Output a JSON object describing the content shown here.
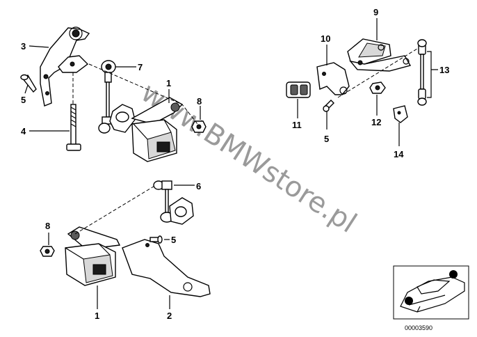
{
  "watermark": "www.BMWstore.pl",
  "reference_number": "00003590",
  "callouts": {
    "c1a": "1",
    "c1b": "1",
    "c2": "2",
    "c3": "3",
    "c4": "4",
    "c5a": "5",
    "c5b": "5",
    "c5c": "5",
    "c6": "6",
    "c7": "7",
    "c8a": "8",
    "c8b": "8",
    "c9": "9",
    "c10": "10",
    "c11": "11",
    "c12": "12",
    "c13": "13",
    "c14": "14"
  }
}
